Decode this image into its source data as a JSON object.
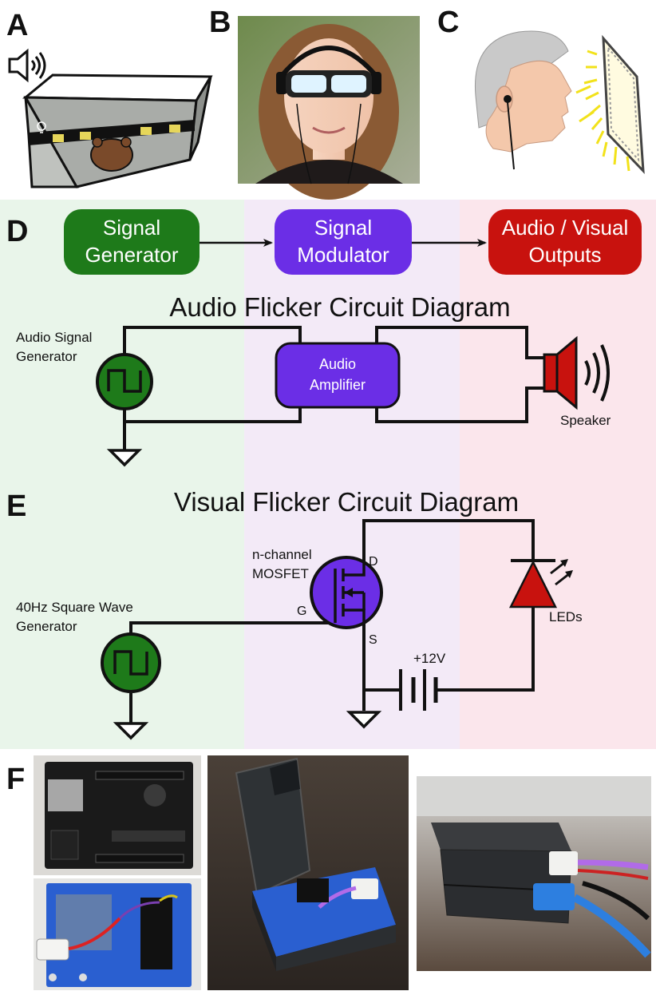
{
  "panels": {
    "a": "A",
    "b": "B",
    "c": "C",
    "d": "D",
    "e": "E",
    "f": "F"
  },
  "blocks": {
    "generator": [
      "Signal",
      "Generator"
    ],
    "modulator": [
      "Signal",
      "Modulator"
    ],
    "outputs": [
      "Audio / Visual",
      "Outputs"
    ]
  },
  "audio_circuit": {
    "title": "Audio Flicker Circuit Diagram",
    "generator_label": [
      "Audio Signal",
      "Generator"
    ],
    "amplifier_label": [
      "Audio",
      "Amplifier"
    ],
    "speaker_label": "Speaker"
  },
  "visual_circuit": {
    "title": "Visual Flicker Circuit Diagram",
    "mosfet_label": [
      "n-channel",
      "MOSFET"
    ],
    "pin_d": "D",
    "pin_g": "G",
    "pin_s": "S",
    "generator_label": [
      "40Hz Square Wave",
      "Generator"
    ],
    "led_label": "LEDs",
    "battery_label": "+12V"
  },
  "colors": {
    "green_block": "#1e7a1a",
    "purple_block": "#6b2ee6",
    "red_block": "#c8120e",
    "bg_green": "#e9f5ea",
    "bg_purple": "#f3eaf7",
    "bg_pink": "#fbe6ec"
  }
}
